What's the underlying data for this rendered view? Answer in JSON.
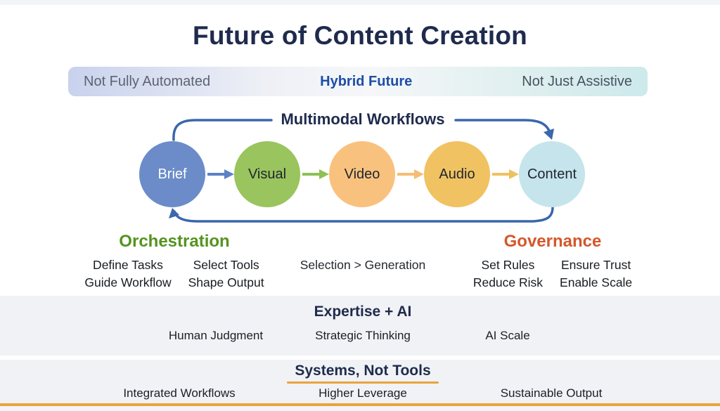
{
  "title": "Future of Content Creation",
  "banner": {
    "left": "Not Fully Automated",
    "center": "Hybrid Future",
    "right": "Not Just Assistive"
  },
  "workflow": {
    "label": "Multimodal Workflows",
    "loop_color": "#3a67ad",
    "nodes": [
      {
        "label": "Brief",
        "color": "#6b8cc9",
        "text_color": "#ffffff"
      },
      {
        "label": "Visual",
        "color": "#99c45e",
        "text_color": "#1e2530"
      },
      {
        "label": "Video",
        "color": "#f8c27e",
        "text_color": "#1e2530"
      },
      {
        "label": "Audio",
        "color": "#f0c262",
        "text_color": "#1e2530"
      },
      {
        "label": "Content",
        "color": "#c6e4eb",
        "text_color": "#1e2530"
      }
    ],
    "arrows": [
      {
        "from": "Brief",
        "to": "Visual",
        "color": "#5b82c6"
      },
      {
        "from": "Visual",
        "to": "Video",
        "color": "#8cc155"
      },
      {
        "from": "Video",
        "to": "Audio",
        "color": "#f5bd74"
      },
      {
        "from": "Audio",
        "to": "Content",
        "color": "#eec160"
      }
    ]
  },
  "orchestration": {
    "title": "Orchestration",
    "color": "#55931f",
    "items": [
      "Define Tasks",
      "Select Tools",
      "Guide Workflow",
      "Shape Output"
    ]
  },
  "selection_note": "Selection > Generation",
  "governance": {
    "title": "Governance",
    "color": "#d4572b",
    "items": [
      "Set Rules",
      "Ensure Trust",
      "Reduce Risk",
      "Enable Scale"
    ]
  },
  "expertise_band": {
    "title": "Expertise + AI",
    "items": [
      "Human Judgment",
      "Strategic Thinking",
      "AI Scale"
    ]
  },
  "systems_band": {
    "title": "Systems, Not Tools",
    "items": [
      "Integrated Workflows",
      "Higher Leverage",
      "Sustainable Output"
    ]
  },
  "colors": {
    "title_navy": "#1f2b4d",
    "band_bg": "#f1f2f5",
    "accent_orange": "#e9a43c"
  }
}
